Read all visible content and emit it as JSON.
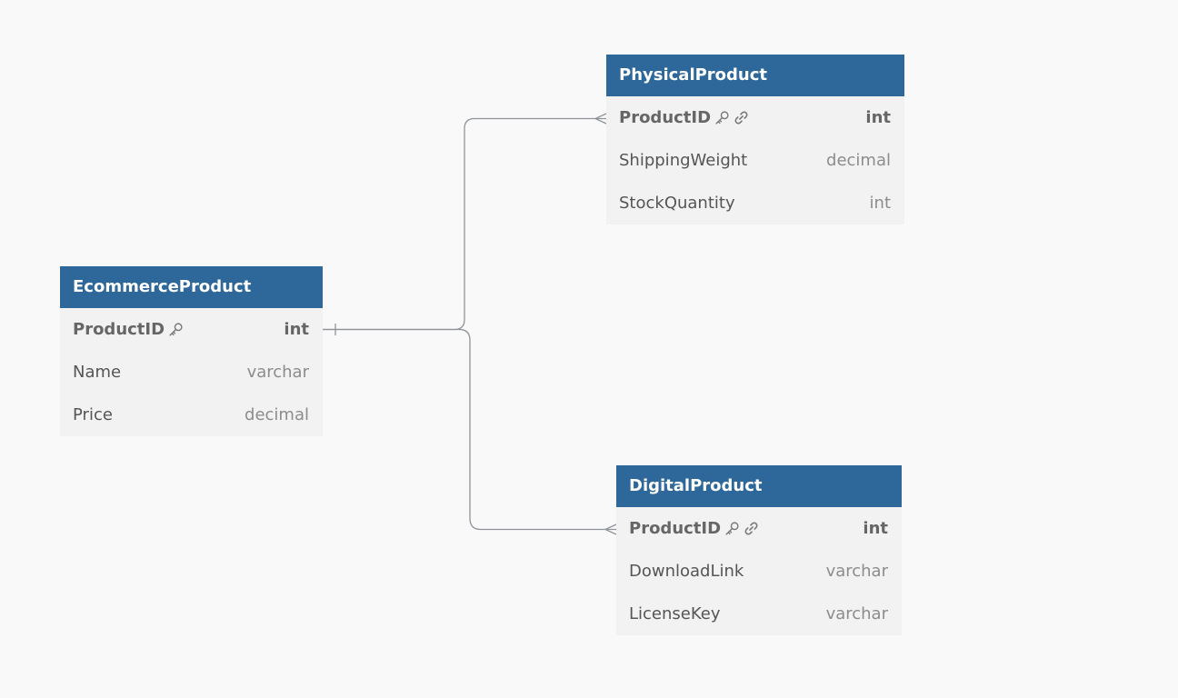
{
  "colors": {
    "background": "#f9f9fa",
    "header": "#2e6799",
    "header_text": "#ffffff",
    "table_body": "#f2f2f2",
    "connector": "#8f9499"
  },
  "tables": {
    "ecommerce": {
      "name": "EcommerceProduct",
      "rows": [
        {
          "name": "ProductID",
          "type": "int",
          "primary_key": true,
          "foreign_key": false
        },
        {
          "name": "Name",
          "type": "varchar"
        },
        {
          "name": "Price",
          "type": "decimal"
        }
      ]
    },
    "physical": {
      "name": "PhysicalProduct",
      "rows": [
        {
          "name": "ProductID",
          "type": "int",
          "primary_key": true,
          "foreign_key": true
        },
        {
          "name": "ShippingWeight",
          "type": "decimal"
        },
        {
          "name": "StockQuantity",
          "type": "int"
        }
      ]
    },
    "digital": {
      "name": "DigitalProduct",
      "rows": [
        {
          "name": "ProductID",
          "type": "int",
          "primary_key": true,
          "foreign_key": true
        },
        {
          "name": "DownloadLink",
          "type": "varchar"
        },
        {
          "name": "LicenseKey",
          "type": "varchar"
        }
      ]
    }
  },
  "relationships": [
    {
      "from": "EcommerceProduct.ProductID",
      "to": "PhysicalProduct.ProductID",
      "from_cardinality": "one",
      "to_cardinality": "many"
    },
    {
      "from": "EcommerceProduct.ProductID",
      "to": "DigitalProduct.ProductID",
      "from_cardinality": "one",
      "to_cardinality": "many"
    }
  ],
  "icons": {
    "primary_key": "key-icon",
    "foreign_key": "link-icon"
  }
}
